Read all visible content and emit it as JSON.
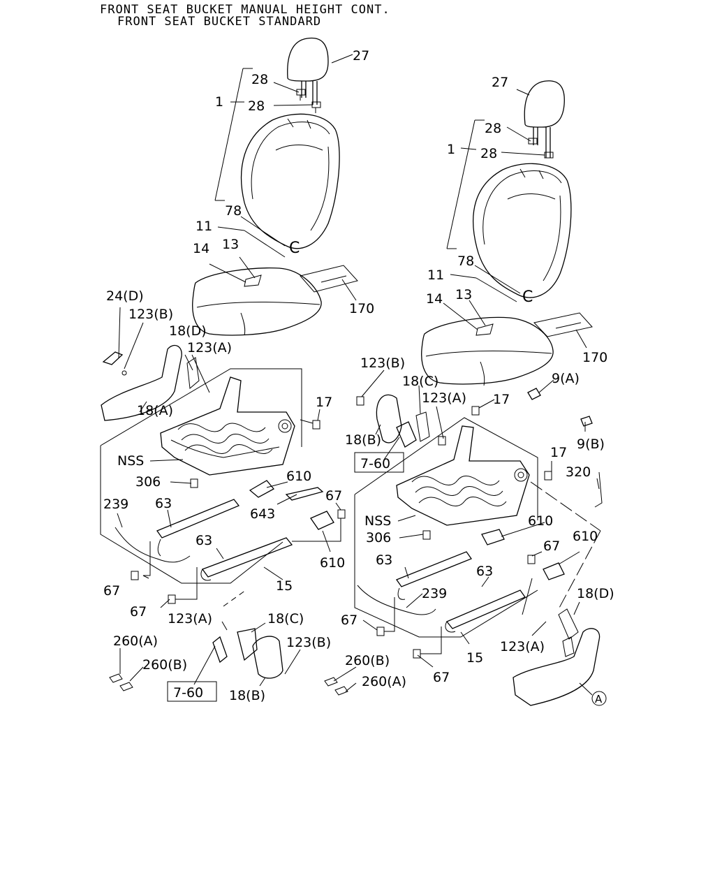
{
  "title": {
    "line1": "FRONT SEAT BUCKET MANUAL HEIGHT CONT.",
    "line2": "FRONT SEAT BUCKET STANDARD"
  },
  "labels": {
    "l_27": "27",
    "l_28a": "28",
    "l_28b": "28",
    "l_1": "1",
    "l_78": "78",
    "l_11": "11",
    "l_c": "C",
    "l_14": "14",
    "l_13": "13",
    "l_170": "170",
    "l_24d": "24(D)",
    "l_123b": "123(B)",
    "l_18d": "18(D)",
    "l_123a": "123(A)",
    "l_18a": "18(A)",
    "l_17": "17",
    "l_nss": "NSS",
    "l_306": "306",
    "l_610a": "610",
    "l_643": "643",
    "l_67a": "67",
    "l_239": "239",
    "l_63a": "63",
    "l_63b": "63",
    "l_610b": "610",
    "l_67b": "67",
    "l_15": "15",
    "l_67c": "67",
    "l_123a2": "123(A)",
    "l_18c": "18(C)",
    "l_260a": "260(A)",
    "l_123b2": "123(B)",
    "l_260b": "260(B)",
    "l_760": "7-60",
    "l_18b": "18(B)",
    "r_27": "27",
    "r_28a": "28",
    "r_28b": "28",
    "r_1": "1",
    "r_78": "78",
    "r_11": "11",
    "r_c": "C",
    "r_14": "14",
    "r_13": "13",
    "r_170": "170",
    "r_9a": "9(A)",
    "r_123b": "123(B)",
    "r_18c": "18(C)",
    "r_123a": "123(A)",
    "r_17a": "17",
    "r_18b": "18(B)",
    "r_9b": "9(B)",
    "r_760": "7-60",
    "r_17b": "17",
    "r_320": "320",
    "r_nss": "NSS",
    "r_610a": "610",
    "r_306": "306",
    "r_67a": "67",
    "r_610b": "610",
    "r_63a": "63",
    "r_63b": "63",
    "r_239": "239",
    "r_18d": "18(D)",
    "r_67b": "67",
    "r_123a2": "123(A)",
    "r_15": "15",
    "r_260b": "260(B)",
    "r_260a": "260(A)",
    "r_67c": "67",
    "r_a": "A"
  }
}
